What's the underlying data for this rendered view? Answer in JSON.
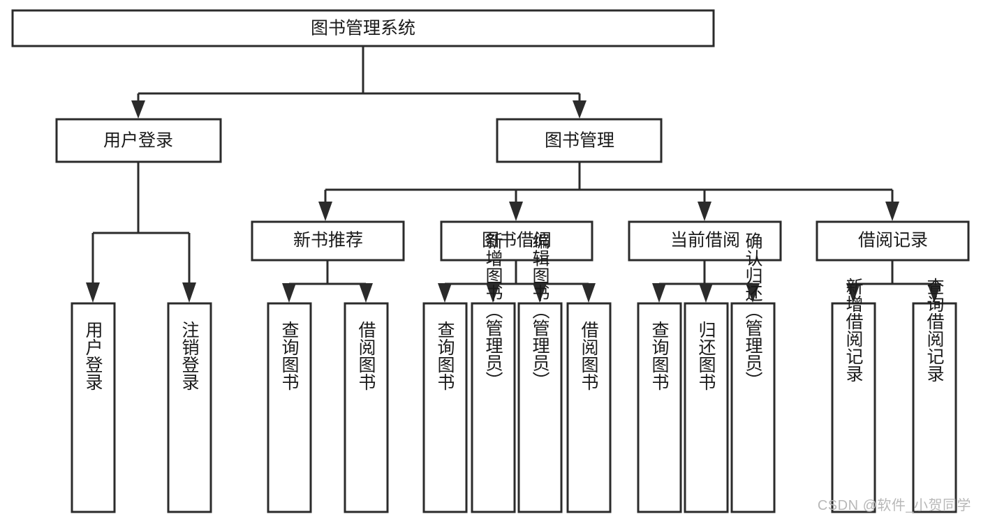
{
  "diagram": {
    "type": "tree-hierarchy",
    "title": "图书管理系统",
    "watermark": "CSDN @软件_小贺同学",
    "colors": {
      "stroke": "#2b2b2b",
      "box_fill": "#ffffff",
      "text": "#1a1a1a",
      "background": "#ffffff",
      "watermark": "#b8b8b8"
    },
    "levels": {
      "root": {
        "label": "图书管理系统"
      },
      "level2": [
        {
          "label": "用户登录"
        },
        {
          "label": "图书管理"
        }
      ],
      "level3": [
        {
          "label": "新书推荐"
        },
        {
          "label": "图书借阅"
        },
        {
          "label": "当前借阅"
        },
        {
          "label": "借阅记录"
        }
      ],
      "leaves": {
        "user_login": [
          {
            "label": "用户登录"
          },
          {
            "label": "注销登录"
          }
        ],
        "new_book_recommend": [
          {
            "label": "查询图书"
          },
          {
            "label": "借阅图书"
          }
        ],
        "book_borrow": [
          {
            "label": "查询图书"
          },
          {
            "label": "新增图书（管理员）"
          },
          {
            "label": "编辑图书（管理员）"
          },
          {
            "label": "借阅图书"
          }
        ],
        "current_borrow": [
          {
            "label": "查询图书"
          },
          {
            "label": "归还图书"
          },
          {
            "label": "确认归还（管理员）"
          }
        ],
        "borrow_record": [
          {
            "label": "新增借阅记录"
          },
          {
            "label": "查询借阅记录"
          }
        ]
      }
    }
  }
}
